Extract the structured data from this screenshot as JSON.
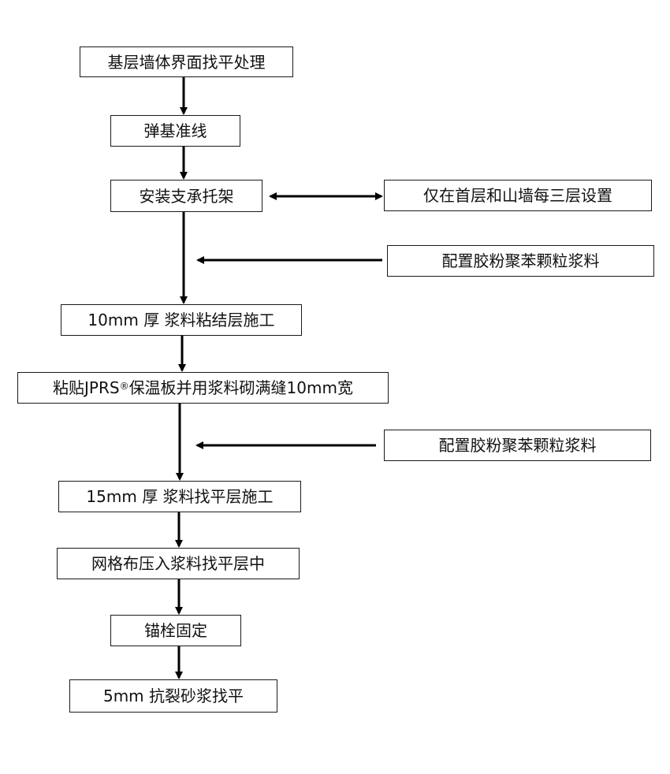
{
  "main_steps": [
    "基层墙体界面找平处理",
    "弹基准线",
    "安装支承托架",
    "10mm 厚 浆料粘结层施工",
    {
      "prefix": "粘贴JPRS",
      "sup": "®",
      "suffix": "保温板并用浆料砌满缝10mm宽"
    },
    "15mm 厚 浆料找平层施工",
    "网格布压入浆料找平层中",
    "锚栓固定",
    "5mm 抗裂砂浆找平"
  ],
  "side_notes": [
    "仅在首层和山墙每三层设置",
    "配置胶粉聚苯颗粒浆料",
    "配置胶粉聚苯颗粒浆料"
  ],
  "colors": {
    "line": "#000000",
    "border": "#1a1a1a",
    "text": "#111111"
  }
}
